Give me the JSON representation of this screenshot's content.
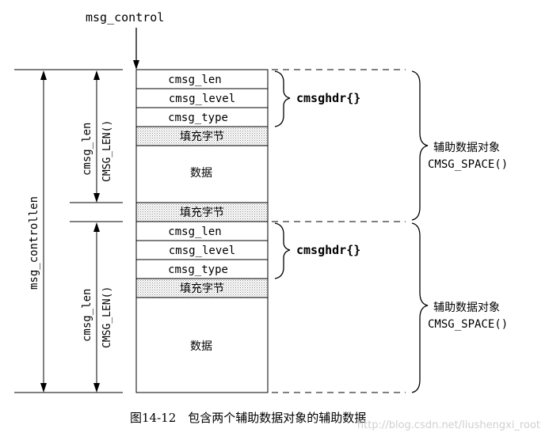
{
  "top_label": "msg_control",
  "left_labels": {
    "controllen": "msg_controllen",
    "len1a": "cmsg_len",
    "len1b": "CMSG_LEN()",
    "len2a": "cmsg_len",
    "len2b": "CMSG_LEN()"
  },
  "block1": {
    "field_len": "cmsg_len",
    "field_level": "cmsg_level",
    "field_type": "cmsg_type",
    "pad": "填充字节",
    "data": "数据"
  },
  "pad_between": "填充字节",
  "block2": {
    "field_len": "cmsg_len",
    "field_level": "cmsg_level",
    "field_type": "cmsg_type",
    "pad": "填充字节",
    "data": "数据"
  },
  "cmsghdr_label_1": "cmsghdr{}",
  "cmsghdr_label_2": "cmsghdr{}",
  "right_label_1a": "辅助数据对象",
  "right_label_1b": "CMSG_SPACE()",
  "right_label_2a": "辅助数据对象",
  "right_label_2b": "CMSG_SPACE()",
  "caption": "图14-12　包含两个辅助数据对象的辅助数据",
  "watermark": "http://blog.csdn.net/liushengxi_root"
}
